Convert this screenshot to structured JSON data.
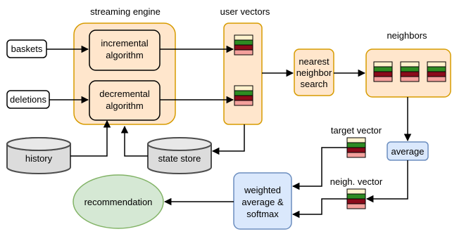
{
  "labels": {
    "streaming_engine": "streaming engine",
    "user_vectors": "user vectors",
    "neighbors": "neighbors",
    "target_vector": "target vector",
    "neigh_vector": "neigh. vector"
  },
  "nodes": {
    "baskets": "baskets",
    "deletions": "deletions",
    "incremental": [
      "incremental",
      "algorithm"
    ],
    "decremental": [
      "decremental",
      "algorithm"
    ],
    "nearest": [
      "nearest",
      "neighbor",
      "search"
    ],
    "average": "average",
    "weighted": [
      "weighted",
      "average &",
      "softmax"
    ],
    "recommendation": "recommendation",
    "history": "history",
    "state_store": "state store"
  },
  "colors": {
    "orange_fill": "#FFE6CC",
    "orange_stroke": "#D79B00",
    "blue_fill": "#DAE8FC",
    "blue_stroke": "#6C8EBF",
    "green_fill": "#D5E8D4",
    "green_stroke": "#82B366",
    "cyl_fill": "#DCDCDC",
    "cyl_stroke": "#4D4D4D",
    "vec_top": "#FFF2CC",
    "vec_green": "#2E8B22",
    "vec_dark": "#8B0A1A",
    "vec_pink": "#F4A09C"
  }
}
